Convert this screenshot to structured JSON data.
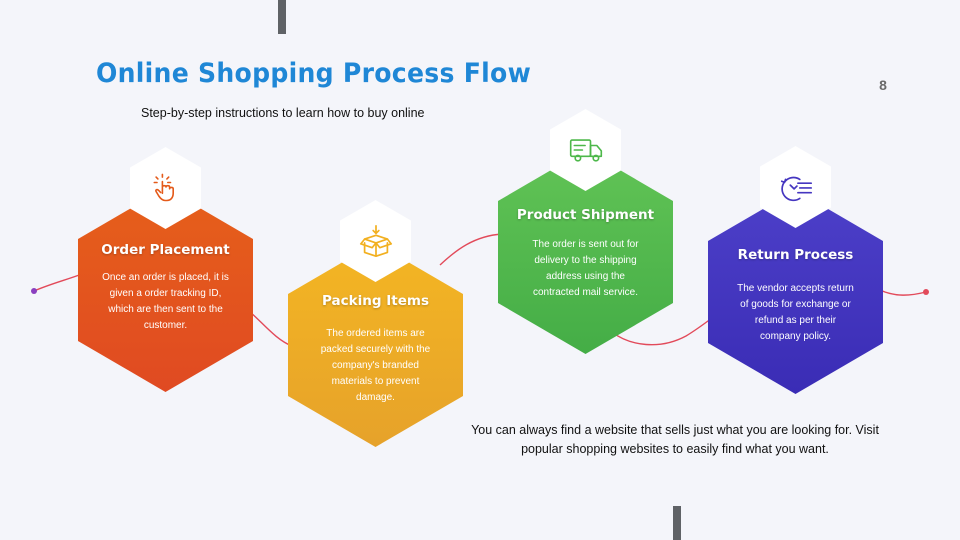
{
  "slide": {
    "title": "Online Shopping Process Flow",
    "subtitle": "Step-by-step instructions to learn how to buy online",
    "page_number": "8",
    "footer_text": "You can always find a website that sells just what you are looking for. Visit popular shopping websites to easily find what you want."
  },
  "steps": [
    {
      "title": "Order Placement",
      "text": "Once an order is placed, it is given a  order tracking ID, which are then sent to the customer.",
      "icon": "pointer-hand-icon",
      "color_top": "#e45a1a",
      "color_bottom": "#e04a20"
    },
    {
      "title": "Packing Items",
      "text": "The ordered items are packed securely with the company's branded materials to prevent damage.",
      "icon": "open-box-icon",
      "color_top": "#f2b020",
      "color_bottom": "#e8a428"
    },
    {
      "title": "Product Shipment",
      "text": "The order is sent out for delivery to the shipping address using the contracted mail service.",
      "icon": "delivery-truck-icon",
      "color_top": "#5fc254",
      "color_bottom": "#46b048"
    },
    {
      "title": "Return Process",
      "text": "The vendor accepts return of goods for exchange or refund as per their company policy.",
      "icon": "return-clock-icon",
      "color_top": "#4b3ec7",
      "color_bottom": "#3d2fb8"
    }
  ],
  "colors": {
    "title": "#1f87d6",
    "wave": "#e24a5a",
    "background": "#f4f5fa"
  }
}
